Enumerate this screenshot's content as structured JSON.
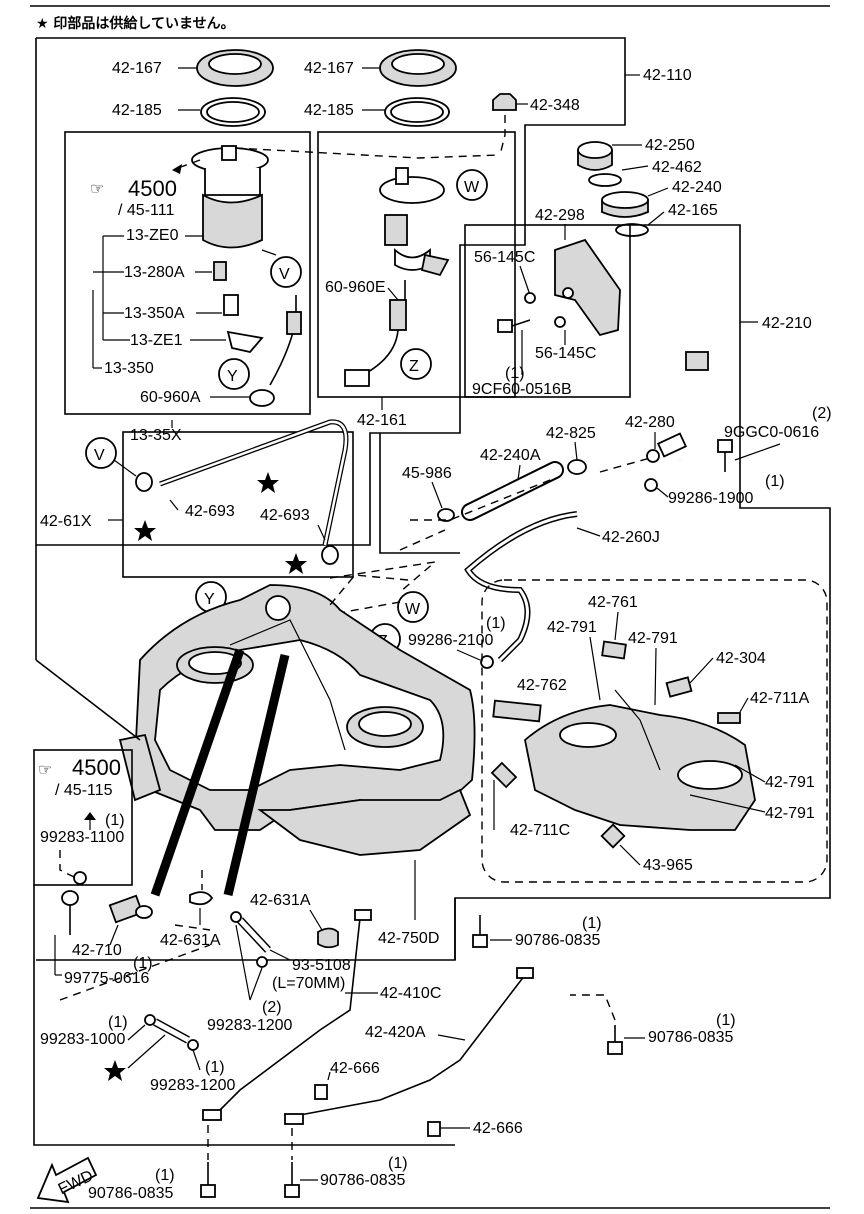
{
  "note": {
    "text": "★ 印部品は供給していません。"
  },
  "page_refs": [
    {
      "id": "ref-top",
      "main": "4500",
      "sub": "/ 45-111"
    },
    {
      "id": "ref-left",
      "main": "4500",
      "sub": "/ 45-115"
    }
  ],
  "callouts": [
    {
      "id": "W",
      "text": "W"
    },
    {
      "id": "V",
      "text": "V"
    },
    {
      "id": "Y",
      "text": "Y"
    },
    {
      "id": "Z",
      "text": "Z"
    }
  ],
  "labels": {
    "p42_167_a": "42-167",
    "p42_185_a": "42-185",
    "p42_167_b": "42-167",
    "p42_185_b": "42-185",
    "p42_110": "42-110",
    "p42_348": "42-348",
    "p42_250": "42-250",
    "p42_462": "42-462",
    "p42_240": "42-240",
    "p42_165": "42-165",
    "p42_298": "42-298",
    "p13_ze0": "13-ZE0",
    "p13_280a": "13-280A",
    "p13_350a": "13-350A",
    "p13_ze1": "13-ZE1",
    "p13_350": "13-350",
    "p60_960a": "60-960A",
    "p60_960e": "60-960E",
    "p42_161": "42-161",
    "p56_145c_a": "56-145C",
    "p56_145c_b": "56-145C",
    "p9cf60_qty": "(1)",
    "p9cf60": "9CF60-0516B",
    "p42_210": "42-210",
    "p13_35x": "13-35X",
    "p42_825": "42-825",
    "p42_280": "42-280",
    "p9ggc0_qty": "(2)",
    "p9ggc0": "9GGC0-0616",
    "p45_986": "45-986",
    "p42_240a": "42-240A",
    "p99286_1900_qty": "(1)",
    "p99286_1900": "99286-1900",
    "p42_61x": "42-61X",
    "p42_693_a": "42-693",
    "p42_693_b": "42-693",
    "p42_260j": "42-260J",
    "p42_761": "42-761",
    "p99286_2100_qty": "(1)",
    "p99286_2100": "99286-2100",
    "p42_791_a": "42-791",
    "p42_791_b": "42-791",
    "p42_304": "42-304",
    "p42_762": "42-762",
    "p42_711a": "42-711A",
    "p42_791_c": "42-791",
    "p42_791_d": "42-791",
    "p42_711c": "42-711C",
    "p43_965": "43-965",
    "p99283_1100_qty": "(1)",
    "p99283_1100": "99283-1100",
    "p42_631a_a": "42-631A",
    "p42_631a_b": "42-631A",
    "p42_750d": "42-750D",
    "p90786_0835_a_qty": "(1)",
    "p90786_0835_a": "90786-0835",
    "p42_710": "42-710",
    "p99775_qty": "(1)",
    "p99775": "99775-0616",
    "p93_5108": "93-5108",
    "p93_5108_len": "(L=70MM)",
    "p42_410c": "42-410C",
    "p99283_1200_a_qty": "(2)",
    "p99283_1200_a": "99283-1200",
    "p99283_1000_qty": "(1)",
    "p99283_1000": "99283-1000",
    "p42_420a": "42-420A",
    "p90786_0835_b_qty": "(1)",
    "p90786_0835_b": "90786-0835",
    "p42_666_a": "42-666",
    "p99283_1200_b_qty": "(1)",
    "p99283_1200_b": "99283-1200",
    "p42_666_b": "42-666",
    "p90786_0835_c_qty": "(1)",
    "p90786_0835_c": "90786-0835",
    "p90786_0835_d_qty": "(1)",
    "p90786_0835_d": "90786-0835",
    "fwd": "FWD"
  }
}
